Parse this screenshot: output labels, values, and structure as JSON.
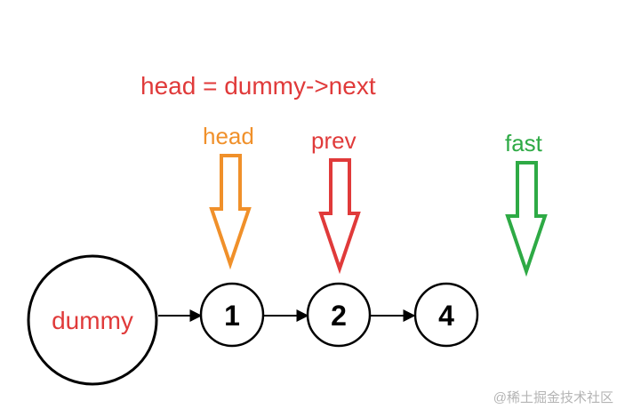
{
  "caption": "head = dummy->next",
  "pointers": {
    "head": "head",
    "prev": "prev",
    "fast": "fast"
  },
  "nodes": {
    "dummy": "dummy",
    "n1": "1",
    "n2": "2",
    "n4": "4"
  },
  "watermark": "@稀土掘金技术社区",
  "colors": {
    "caption": "#e03a3a",
    "head": "#f0902a",
    "prev": "#e03a3a",
    "fast": "#2eaa45",
    "dummy_text": "#e03a3a",
    "stroke": "#000000",
    "watermark": "#b4b4b4"
  }
}
